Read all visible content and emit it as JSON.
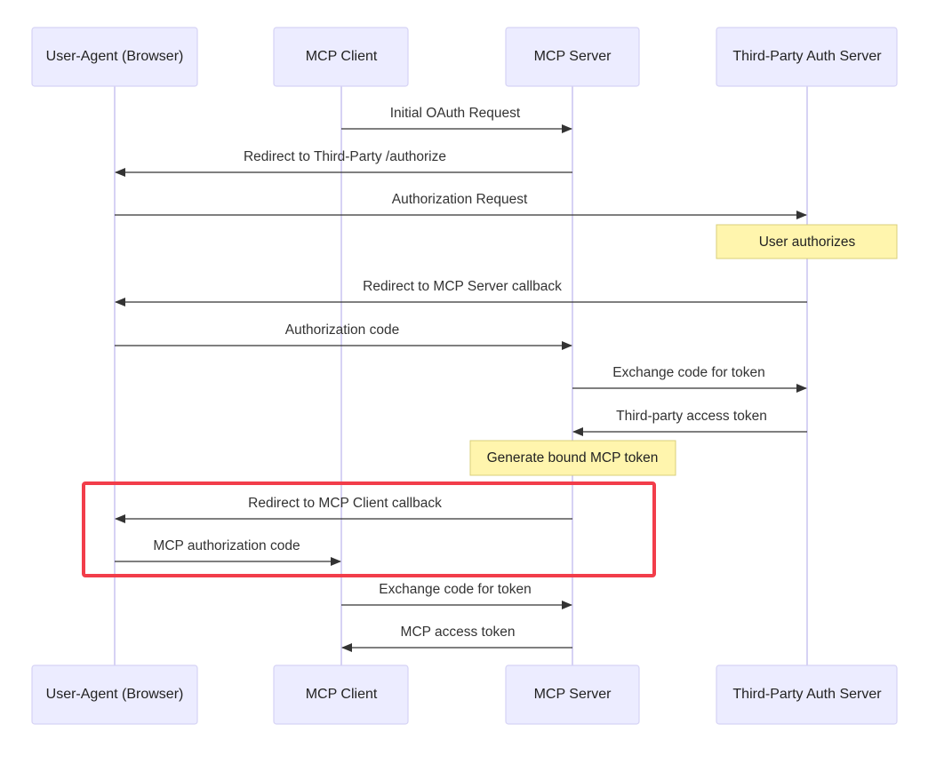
{
  "participants": [
    {
      "id": "browser",
      "label": "User-Agent (Browser)"
    },
    {
      "id": "client",
      "label": "MCP Client"
    },
    {
      "id": "server",
      "label": "MCP Server"
    },
    {
      "id": "auth",
      "label": "Third-Party Auth Server"
    }
  ],
  "messages": [
    {
      "from": "client",
      "to": "server",
      "label": "Initial OAuth Request"
    },
    {
      "from": "server",
      "to": "browser",
      "label": "Redirect to Third-Party /authorize"
    },
    {
      "from": "browser",
      "to": "auth",
      "label": "Authorization Request"
    },
    {
      "from": "auth",
      "to": "browser",
      "label": "Redirect to MCP Server callback"
    },
    {
      "from": "browser",
      "to": "server",
      "label": "Authorization code"
    },
    {
      "from": "server",
      "to": "auth",
      "label": "Exchange code for token"
    },
    {
      "from": "auth",
      "to": "server",
      "label": "Third-party access token"
    },
    {
      "from": "server",
      "to": "browser",
      "label": "Redirect to MCP Client callback"
    },
    {
      "from": "browser",
      "to": "client",
      "label": "MCP authorization code"
    },
    {
      "from": "client",
      "to": "server",
      "label": "Exchange code for token"
    },
    {
      "from": "server",
      "to": "client",
      "label": "MCP access token"
    }
  ],
  "notes": [
    {
      "over": "auth",
      "label": "User authorizes"
    },
    {
      "over": "server",
      "label": "Generate bound MCP token"
    }
  ],
  "highlight": {
    "color": "#f23d4a",
    "messages": [
      7,
      8
    ]
  },
  "colors": {
    "actor_fill": "#ececff",
    "actor_border": "#d6d3f5",
    "lifeline": "#c9c3f0",
    "note_fill": "#fff5ad",
    "arrow": "#333333"
  }
}
